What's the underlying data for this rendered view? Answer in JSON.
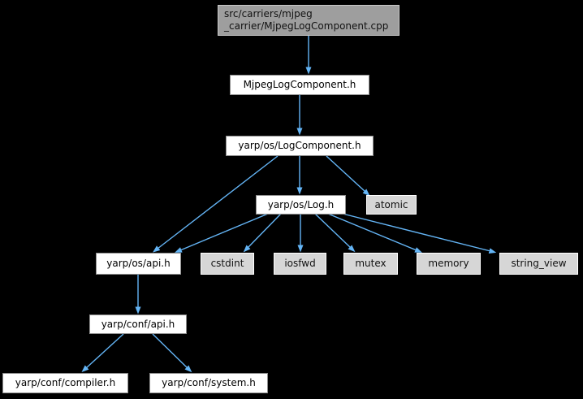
{
  "graph": {
    "type": "include-dependency-graph",
    "background": "#000000",
    "edge_color": "#64b5f6",
    "node_styles": {
      "main": {
        "fill": "#9e9e9e",
        "border": "#c9c9c9",
        "text": "#111111"
      },
      "header": {
        "fill": "#ffffff",
        "border": "#8f8f8f",
        "text": "#000000"
      },
      "system": {
        "fill": "#d6d6d6",
        "border": "#ffffff",
        "text": "#111111"
      }
    },
    "nodes": [
      {
        "id": "cpp",
        "label": "src/carriers/mjpeg\n_carrier/MjpegLogComponent.cpp",
        "type": "main"
      },
      {
        "id": "mjpeg-log-h",
        "label": "MjpegLogComponent.h",
        "type": "header"
      },
      {
        "id": "logcomponent-h",
        "label": "yarp/os/LogComponent.h",
        "type": "header"
      },
      {
        "id": "log-h",
        "label": "yarp/os/Log.h",
        "type": "header"
      },
      {
        "id": "atomic",
        "label": "atomic",
        "type": "system"
      },
      {
        "id": "os-api-h",
        "label": "yarp/os/api.h",
        "type": "header"
      },
      {
        "id": "cstdint",
        "label": "cstdint",
        "type": "system"
      },
      {
        "id": "iosfwd",
        "label": "iosfwd",
        "type": "system"
      },
      {
        "id": "mutex",
        "label": "mutex",
        "type": "system"
      },
      {
        "id": "memory",
        "label": "memory",
        "type": "system"
      },
      {
        "id": "string-view",
        "label": "string_view",
        "type": "system"
      },
      {
        "id": "conf-api-h",
        "label": "yarp/conf/api.h",
        "type": "header"
      },
      {
        "id": "conf-compiler-h",
        "label": "yarp/conf/compiler.h",
        "type": "header"
      },
      {
        "id": "conf-system-h",
        "label": "yarp/conf/system.h",
        "type": "header"
      }
    ],
    "edges": [
      {
        "from": "src/carriers/mjpeg_carrier/MjpegLogComponent.cpp",
        "to": "MjpegLogComponent.h"
      },
      {
        "from": "MjpegLogComponent.h",
        "to": "yarp/os/LogComponent.h"
      },
      {
        "from": "yarp/os/LogComponent.h",
        "to": "yarp/os/Log.h"
      },
      {
        "from": "yarp/os/LogComponent.h",
        "to": "atomic"
      },
      {
        "from": "yarp/os/LogComponent.h",
        "to": "yarp/os/api.h"
      },
      {
        "from": "yarp/os/Log.h",
        "to": "yarp/os/api.h"
      },
      {
        "from": "yarp/os/Log.h",
        "to": "cstdint"
      },
      {
        "from": "yarp/os/Log.h",
        "to": "iosfwd"
      },
      {
        "from": "yarp/os/Log.h",
        "to": "mutex"
      },
      {
        "from": "yarp/os/Log.h",
        "to": "memory"
      },
      {
        "from": "yarp/os/Log.h",
        "to": "string_view"
      },
      {
        "from": "yarp/os/api.h",
        "to": "yarp/conf/api.h"
      },
      {
        "from": "yarp/conf/api.h",
        "to": "yarp/conf/compiler.h"
      },
      {
        "from": "yarp/conf/api.h",
        "to": "yarp/conf/system.h"
      }
    ]
  }
}
